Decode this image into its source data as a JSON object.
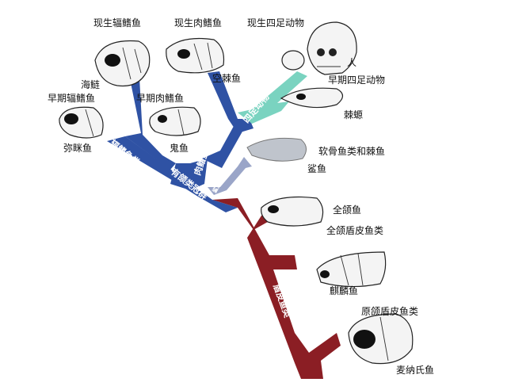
{
  "labels": {
    "ray_fin_modern": "现生辐鳍鱼",
    "lobe_fin_modern": "现生肉鳍鱼",
    "tetrapod_modern": "现生四足动物",
    "sturgeon": "海鲢",
    "early_ray_fin": "早期辐鳍鱼",
    "early_lobe_fin": "早期肉鳍鱼",
    "coelacanth": "空棘鱼",
    "human": "人",
    "early_tetrapod": "早期四足动物",
    "lungfish": "棘螈",
    "mimia": "弥眯鱼",
    "guiyu": "鬼鱼",
    "chondrichthyan": "软骨鱼类和棘鱼",
    "shark": "鲨鱼",
    "quanhe": "全颌鱼",
    "quanhe_placoderm": "全颌盾皮鱼类",
    "qilinyu": "麒麟鱼",
    "primitive_placoderm": "原颌盾皮鱼类",
    "maknat": "麦纳氏鱼"
  },
  "branch_labels": {
    "actinopterygii": "辐鳍鱼类",
    "sarcopterygii": "肉鳍鱼类",
    "tetrapoda": "四足动物",
    "osteichthyes": "有颌类冠群",
    "chondrichthyes": "鲨鱼、棘鱼",
    "placodermi": "盾皮鱼类"
  },
  "colors": {
    "placoderm_branch": "#8b1e24",
    "osteichthyes_branch": "#2f52a4",
    "tetrapod_branch": "#7ad3c0",
    "chondrichthyes_branch": "#9aa5c8"
  }
}
